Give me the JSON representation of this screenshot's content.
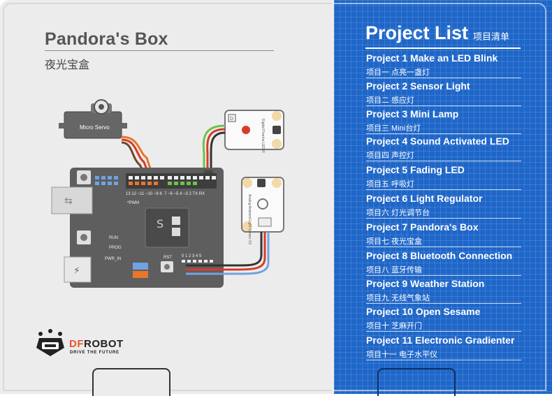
{
  "left": {
    "title": "Pandora's Box",
    "subtitle": "夜光宝盒",
    "brand": {
      "name_df": "DF",
      "name_rest": "ROBOT",
      "tagline": "DRIVE THE FUTURE"
    },
    "diagram": {
      "servo_label": "Micro Servo",
      "header_top": "13 12 ~11 ~10 ~9 8",
      "header_top2": "7 ~6 ~5 4 ~3 2 TX RX",
      "gnd_label": "GND",
      "pwm_label": "*PWM",
      "run_label": "RUN",
      "prog_label": "PROG",
      "rst_label": "RST",
      "pwr_label": "PWR_IN",
      "led_module_label": "Digital Piranha LED-R",
      "sensor_label": "Analog Ambient Light Sensor V2",
      "analog_pins": "0 1 2 3 4 5"
    },
    "colors": {
      "wire_orange": "#e8762b",
      "wire_red": "#d93a2b",
      "wire_brown": "#6b4a2a",
      "wire_green": "#6cc24a",
      "wire_blue": "#6fa4e0",
      "wire_black": "#333333"
    }
  },
  "right": {
    "title": "Project List",
    "title_cn": "项目清单",
    "projects": [
      {
        "en": "Project 1  Make an LED Blink",
        "cn": "项目一  点亮一盏灯"
      },
      {
        "en": "Project 2  Sensor Light",
        "cn": "项目二  感应灯"
      },
      {
        "en": "Project 3  Mini Lamp",
        "cn": "项目三  Mini台灯"
      },
      {
        "en": "Project 4  Sound Activated LED",
        "cn": "项目四  声控灯"
      },
      {
        "en": "Project 5  Fading LED",
        "cn": "项目五  呼吸灯"
      },
      {
        "en": "Project 6  Light Regulator",
        "cn": "项目六  灯光调节台"
      },
      {
        "en": "Project 7  Pandora's Box",
        "cn": "项目七  夜光宝盒"
      },
      {
        "en": "Project 8  Bluetooth Connection",
        "cn": "项目八  蓝牙传输"
      },
      {
        "en": "Project 9  Weather Station",
        "cn": "项目九  无线气象站"
      },
      {
        "en": "Project 10  Open Sesame",
        "cn": "项目十  芝麻开门"
      },
      {
        "en": "Project 11  Electronic Gradienter",
        "cn": "项目十一  电子水平仪"
      }
    ],
    "colors": {
      "background": "#1e66c8",
      "text": "#ffffff"
    }
  }
}
